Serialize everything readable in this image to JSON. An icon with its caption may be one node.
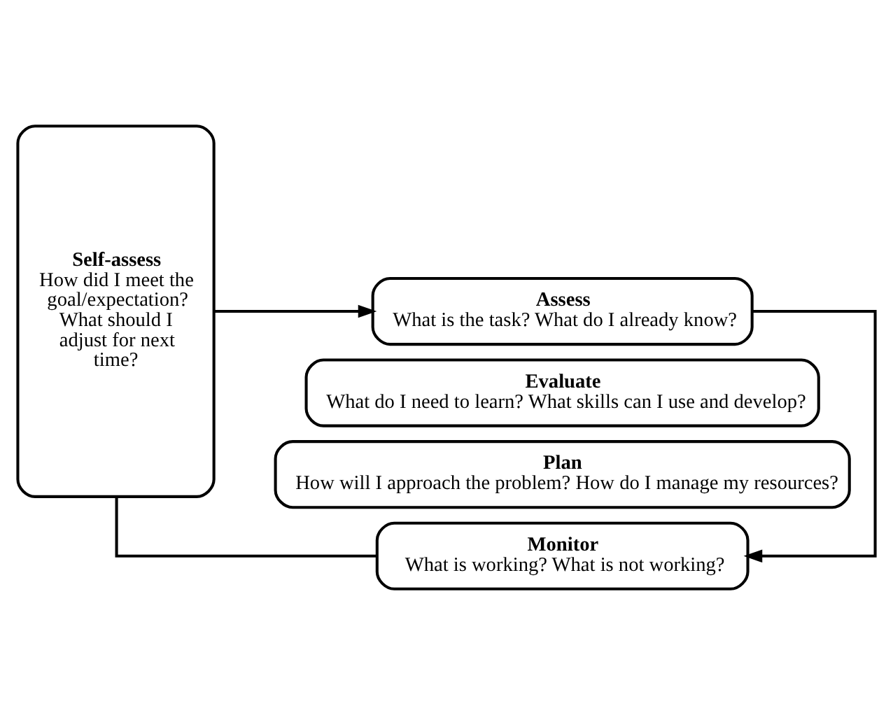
{
  "diagram": {
    "nodes": [
      {
        "text": [
          "Self-assess",
          "How did I meet the goal/expectation? What should I adjust for next time?"
        ]
      },
      {
        "text": [
          "Assess",
          "What is the task? What do I already know?"
        ]
      },
      {
        "text": [
          "Evaluate",
          "What do I need to learn? What skills can I use and develop?"
        ]
      },
      {
        "text": [
          "Plan",
          "How will I approach the problem? How do I manage my resources?"
        ]
      },
      {
        "text": [
          "Monitor",
          "What is working? What is not working?"
        ]
      }
    ],
    "edges": [
      {
        "from": 0,
        "to": 1,
        "arrow": "to"
      },
      {
        "from": 1,
        "to": 4,
        "arrow": "to"
      },
      {
        "from": 4,
        "to": 0,
        "arrow": "none"
      }
    ]
  }
}
